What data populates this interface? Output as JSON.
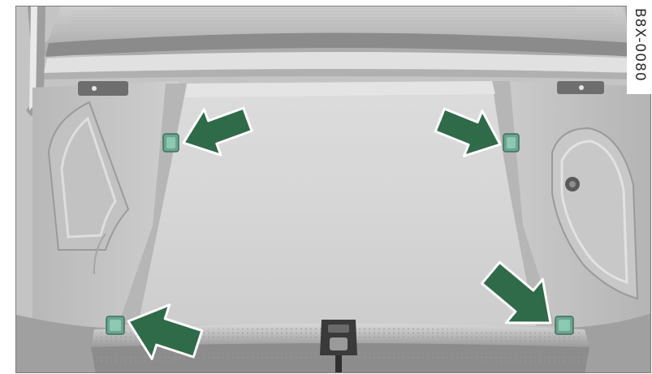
{
  "figure": {
    "subject": "car-trunk-cargo-area",
    "image_code": "B8X-0080",
    "colors": {
      "arrow_fill": "#2f6a49",
      "arrow_stroke": "#ffffff",
      "tiedown_fill": "#8dc9b2",
      "carpet": "#cfcfcf",
      "trim": "#a9a9a9"
    }
  },
  "arrows": [
    {
      "id": "arrow-rear-left",
      "icon": "arrow-icon",
      "points_to": "tie-down-rear-left"
    },
    {
      "id": "arrow-rear-right",
      "icon": "arrow-icon",
      "points_to": "tie-down-rear-right"
    },
    {
      "id": "arrow-front-left",
      "icon": "arrow-icon",
      "points_to": "tie-down-front-left"
    },
    {
      "id": "arrow-front-right",
      "icon": "arrow-icon",
      "points_to": "tie-down-front-right"
    }
  ]
}
